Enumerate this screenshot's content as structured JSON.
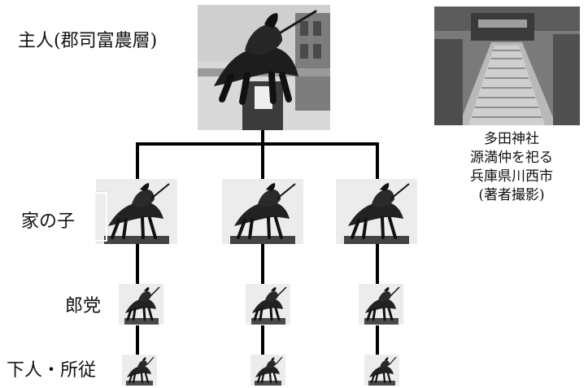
{
  "diagram": {
    "levels": [
      {
        "label": "主人(郡司富農層)"
      },
      {
        "label": "家の子"
      },
      {
        "label": "郎党"
      },
      {
        "label": "下人・所従"
      }
    ]
  },
  "caption": {
    "lines": [
      "多田神社",
      "源満仲を祀る",
      "兵庫県川西市",
      "(著者撮影)"
    ]
  },
  "colors": {
    "connector": "#000000",
    "photo_dark": "#1a1a1a",
    "photo_light": "#e8e8e8"
  }
}
